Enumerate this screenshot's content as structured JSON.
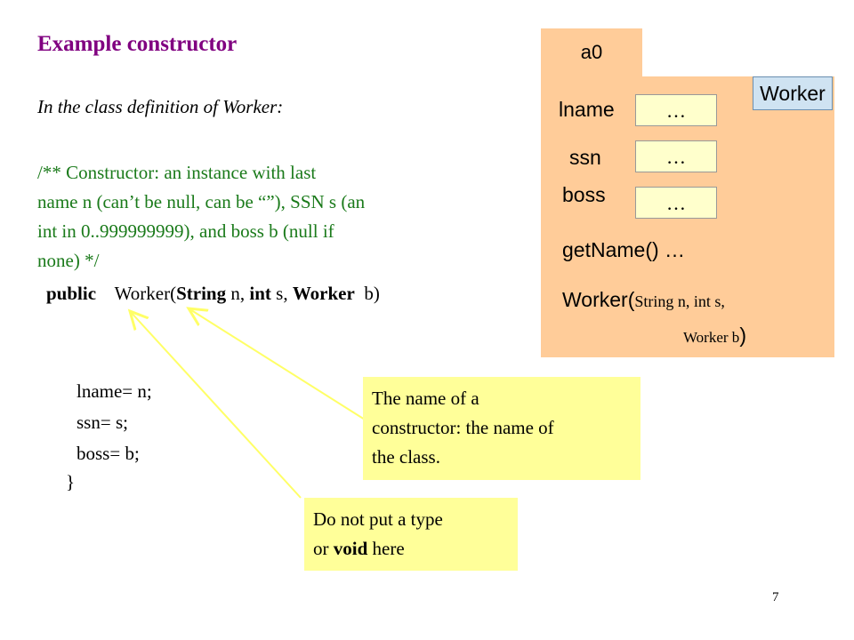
{
  "slide": {
    "title": "Example constructor",
    "intro": "In the class definition of Worker:",
    "comment_lines": [
      " /** Constructor: an instance with last",
      "name n (can’t be null, can be “”), SSN s (an",
      "int in 0..999999999), and boss b (null if",
      "none) */"
    ],
    "signature": {
      "public_kw": "public",
      "name": "Worker(",
      "type1": "String",
      "param1": " n, ",
      "type2": "int",
      "param2": " s, ",
      "type3": "Worker",
      "param3": "  b)"
    },
    "body": [
      "lname= n;",
      "ssn= s;",
      "boss= b;"
    ],
    "closing_brace": "}",
    "page_number": "7"
  },
  "object": {
    "tab_label": "a0",
    "class_name": "Worker",
    "fields": [
      {
        "name": "lname",
        "value": "…"
      },
      {
        "name": "ssn",
        "value": "…"
      },
      {
        "name": "boss",
        "value": "…"
      }
    ],
    "method_getname": "getName()   …",
    "ctor_name": "Worker(",
    "ctor_params_1": "String n, int s,",
    "ctor_params_2": "Worker b",
    "ctor_close": ")"
  },
  "callouts": {
    "constructor_name_lines": [
      "The name of a",
      "constructor: the name of",
      "the class."
    ],
    "no_type_lines": [
      "Do not put a type"
    ],
    "no_type_line2_prefix": "or ",
    "no_type_line2_kw": "void",
    "no_type_line2_suffix": " here"
  },
  "colors": {
    "title": "#800080",
    "comment": "#1a7a1a",
    "object_fill": "#ffcc99",
    "field_fill": "#ffffcc",
    "callout_fill": "#ffff99",
    "class_tag_fill": "#cfe3f2",
    "arrow": "#ffff66"
  }
}
